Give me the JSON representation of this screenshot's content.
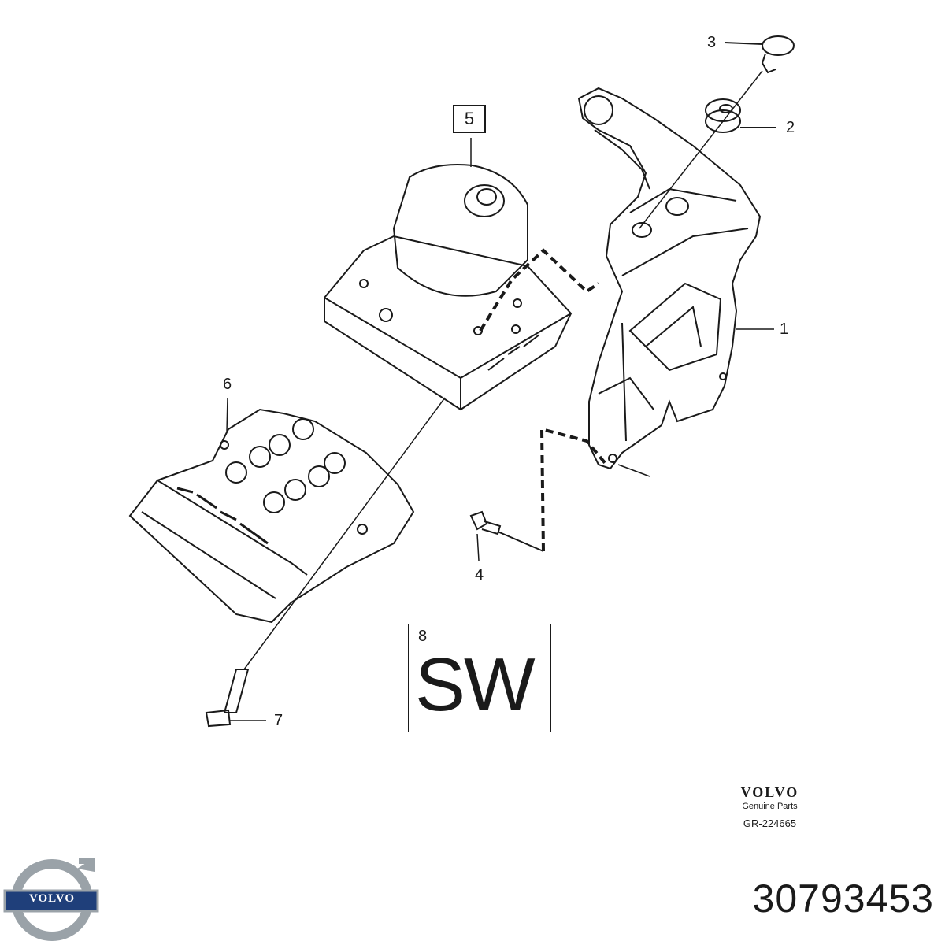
{
  "callouts": {
    "c1": "1",
    "c2": "2",
    "c3": "3",
    "c4": "4",
    "c5": "5",
    "c6": "6",
    "c7": "7",
    "c8": "8"
  },
  "sw_label": "SW",
  "brand": {
    "wordmark": "VOLVO",
    "subtitle": "Genuine Parts",
    "code": "GR-224665"
  },
  "logo": {
    "wordmark": "VOLVO",
    "colors": {
      "ring": "#9aa2a8",
      "band": "#1f3f7a"
    }
  },
  "part_number": "30793453"
}
